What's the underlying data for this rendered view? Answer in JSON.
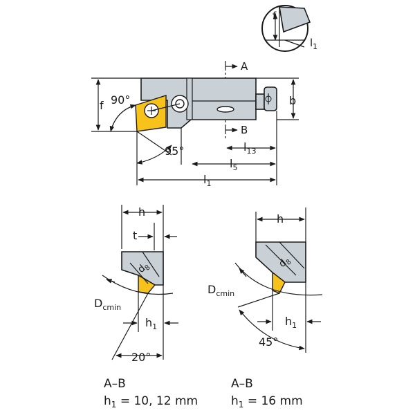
{
  "labels": {
    "f_detail": "f",
    "l1_detail": "l",
    "l1_detail_sub": "1",
    "A": "A",
    "B": "B",
    "f": "f",
    "angle90": "90°",
    "b": "b",
    "angle95": "95°",
    "l13": "l",
    "l13_sub": "13",
    "l5": "l",
    "l5_sub": "5",
    "l1": "l",
    "l1_sub": "1",
    "h_left": "h",
    "t": "t",
    "d8_left": "d",
    "d8_left_sub": "8",
    "dcmin_left": "D",
    "dcmin_left_sub": "cmin",
    "h1_left": "h",
    "h1_left_sub": "1",
    "angle20": "20°",
    "h_right": "h",
    "d8_right": "d",
    "d8_right_sub": "8",
    "dcmin_right": "D",
    "dcmin_right_sub": "cmin",
    "h1_right": "h",
    "h1_right_sub": "1",
    "angle45": "45°"
  },
  "captions": {
    "left_section": "A–B",
    "left_h1": "h",
    "left_h1_sub": "1",
    "left_h1_value": " = 10, 12 mm",
    "right_section": "A–B",
    "right_h1": "h",
    "right_h1_sub": "1",
    "right_h1_value": " = 16 mm"
  },
  "colors": {
    "body": "#c9d1d7",
    "insert": "#f7c21a",
    "line": "#1a1a1a"
  }
}
